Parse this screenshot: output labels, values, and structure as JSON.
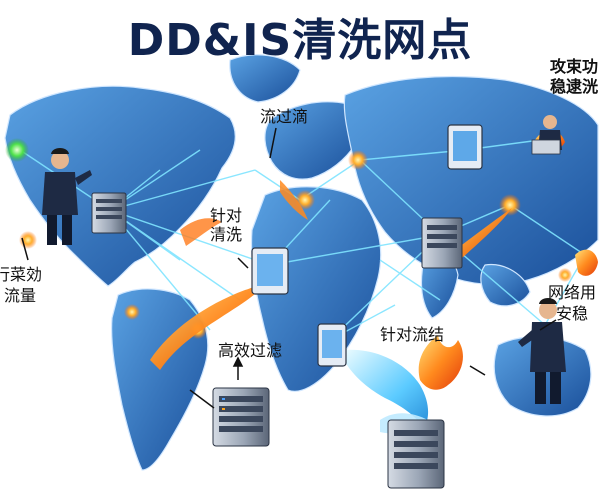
{
  "title": "DD&IS清洗网点",
  "colors": {
    "title": "#10244f",
    "ocean": "#ffffff",
    "land": "#1f63b8",
    "land_light": "#5aa2e3",
    "link": "#7fe4ff",
    "fire": "#ff7a1a",
    "water": "#4fc3ff"
  },
  "labels": {
    "top_right_1": "攻束功",
    "top_right_2": "稳逮洸",
    "flow_top": "流过滴",
    "targeted_clean_1": "针对",
    "targeted_clean_2": "清洗",
    "left_1": "行菜効",
    "left_2": "流量",
    "efficient_filter": "高效过滤",
    "targeted_flow": "针对流结",
    "right_1": "网络用",
    "right_2": "安稳"
  },
  "icons": [
    "server-icon",
    "monitor-icon",
    "person-icon",
    "laptop-icon",
    "fire-icon",
    "water-stream-icon",
    "glow-node-icon"
  ]
}
